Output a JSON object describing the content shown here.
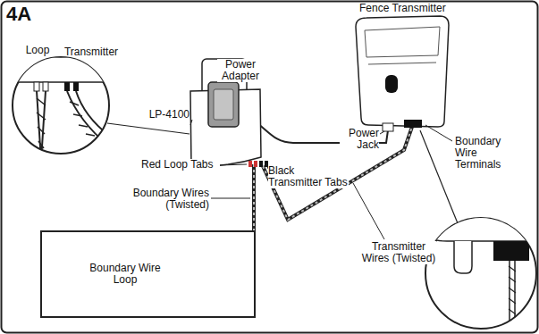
{
  "diagram": {
    "title": "4A",
    "nodes": [
      {
        "text": [
          "Fence Transmitter"
        ]
      },
      {
        "text": [
          "Boundary Wire Loop"
        ]
      }
    ],
    "labels": [
      "Loop",
      "Transmitter",
      "Power Adapter",
      "LP-4100",
      "Power Jack",
      "Boundary Wire Terminals",
      "Red Loop Tabs",
      "Black Transmitter Tabs",
      "Boundary Wires (Twisted)",
      "Transmitter Wires (Twisted)"
    ]
  }
}
